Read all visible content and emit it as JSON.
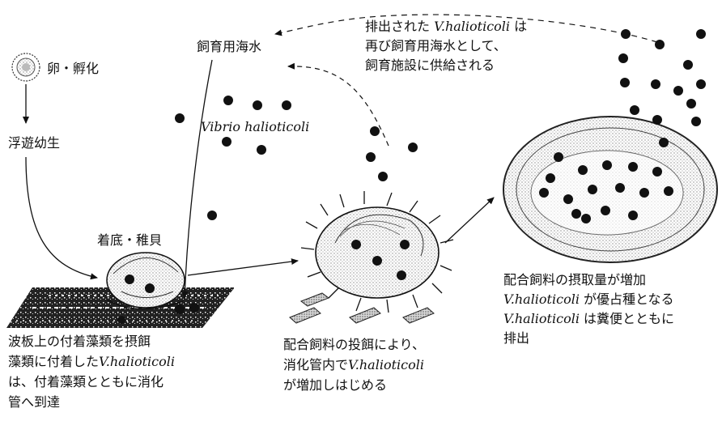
{
  "stages": {
    "egg": "卵・孵化",
    "larva": "浮遊幼生",
    "settle": "着底・稚貝"
  },
  "water": {
    "label": "飼育用海水",
    "bacteria_name": "Vibrio halioticoli"
  },
  "recycle_note": [
    [
      {
        "t": "排出された ",
        "i": false
      },
      {
        "t": "V.halioticoli",
        "i": true
      },
      {
        "t": " は",
        "i": false
      }
    ],
    [
      {
        "t": "再び飼育用海水として、",
        "i": false
      }
    ],
    [
      {
        "t": "飼育施設に供給される",
        "i": false
      }
    ]
  ],
  "caption_left": [
    [
      {
        "t": "波板上の付着藻類を摂餌",
        "i": false
      }
    ],
    [
      {
        "t": "藻類に付着した",
        "i": false
      },
      {
        "t": "V.halioticoli",
        "i": true
      }
    ],
    [
      {
        "t": "は、付着藻類とともに消化",
        "i": false
      }
    ],
    [
      {
        "t": "管へ到達",
        "i": false
      }
    ]
  ],
  "caption_mid": [
    [
      {
        "t": "配合飼料の投餌により、",
        "i": false
      }
    ],
    [
      {
        "t": "消化管内で",
        "i": false
      },
      {
        "t": "V.halioticoli",
        "i": true
      }
    ],
    [
      {
        "t": "が増加しはじめる",
        "i": false
      }
    ]
  ],
  "caption_right": [
    [
      {
        "t": "配合飼料の摂取量が増加",
        "i": false
      }
    ],
    [
      {
        "t": "V.halioticoli",
        "i": true
      },
      {
        "t": " が優占種となる",
        "i": false
      }
    ],
    [
      {
        "t": "V.halioticoli",
        "i": true
      },
      {
        "t": " は糞便とともに",
        "i": false
      }
    ],
    [
      {
        "t": "排出",
        "i": false
      }
    ]
  ],
  "colors": {
    "ink": "#111111",
    "texture": "#9a9a9a",
    "plate": "#2a2a2a"
  }
}
